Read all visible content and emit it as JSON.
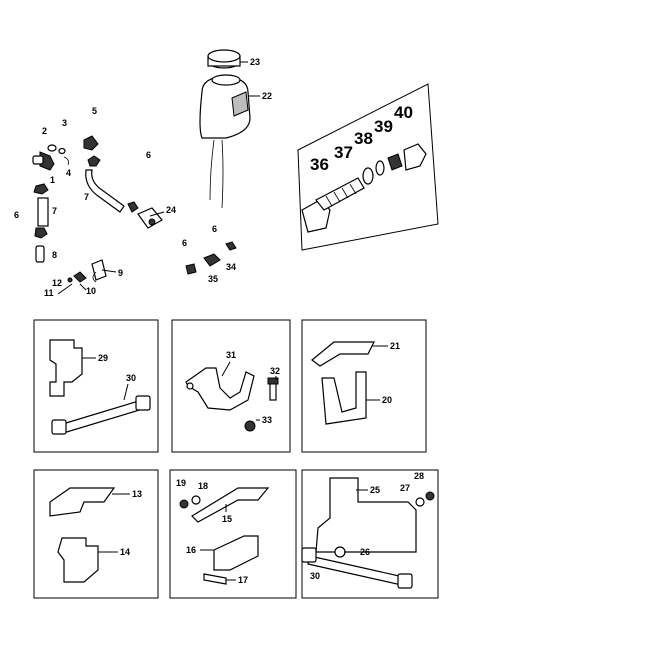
{
  "callouts": {
    "p1": "1",
    "p2": "2",
    "p3": "3",
    "p4": "4",
    "p5": "5",
    "p6a": "6",
    "p6b": "6",
    "p6c": "6",
    "p6d": "6",
    "p7a": "7",
    "p7b": "7",
    "p8": "8",
    "p9": "9",
    "p10": "10",
    "p11": "11",
    "p12": "12",
    "p13": "13",
    "p14": "14",
    "p15": "15",
    "p16": "16",
    "p17": "17",
    "p18": "18",
    "p19": "19",
    "p20": "20",
    "p21": "21",
    "p22": "22",
    "p23": "23",
    "p24": "24",
    "p25": "25",
    "p26": "26",
    "p27": "27",
    "p28": "28",
    "p29": "29",
    "p30a": "30",
    "p30b": "30",
    "p31": "31",
    "p32": "32",
    "p33": "33",
    "p34": "34",
    "p35": "35",
    "p36": "36",
    "p37": "37",
    "p38": "38",
    "p39": "39",
    "p40": "40"
  }
}
